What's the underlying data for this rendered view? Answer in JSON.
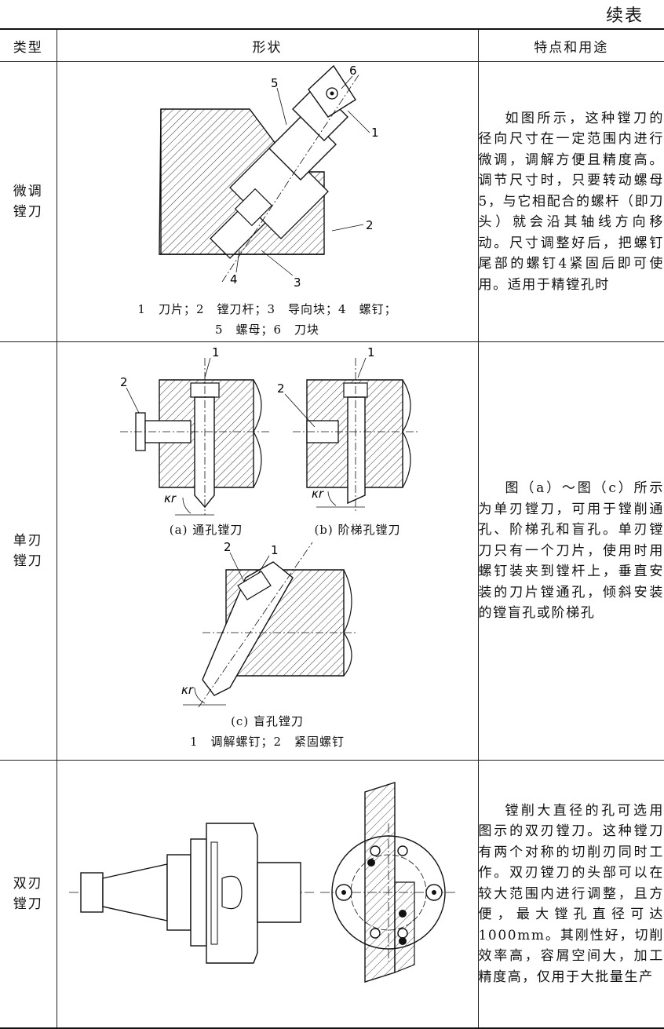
{
  "continued": "续表",
  "headers": {
    "type": "类型",
    "shape": "形状",
    "feature": "特点和用途"
  },
  "rows": [
    {
      "type": "微调\n镗刀",
      "caption_line1": "1　刀片；2　镗刀杆；3　导向块；4　螺钉；",
      "caption_line2": "5　螺母；6　刀块",
      "labels": [
        "1",
        "2",
        "3",
        "4",
        "5",
        "6"
      ],
      "description": "如图所示，这种镗刀的径向尺寸在一定范围内进行微调，调解方便且精度高。调节尺寸时，只要转动螺母5，与它相配合的螺杆（即刀头）就会沿其轴线方向移动。尺寸调整好后，把螺钉尾部的螺钉4紧固后即可使用。适用于精镗孔时"
    },
    {
      "type": "单刃\n镗刀",
      "sub_a": "(a) 通孔镗刀",
      "sub_b": "(b) 阶梯孔镗刀",
      "sub_c": "(c) 盲孔镗刀",
      "angle_label": "κr",
      "caption": "1　调解螺钉；2　紧固螺钉",
      "labels": [
        "1",
        "2"
      ],
      "description": "图（a）～图（c）所示为单刃镗刀，可用于镗削通孔、阶梯孔和盲孔。单刃镗刀只有一个刀片，使用时用螺钉装夹到镗杆上，垂直安装的刀片镗通孔，倾斜安装的镗盲孔或阶梯孔"
    },
    {
      "type": "双刃\n镗刀",
      "description": "镗削大直径的孔可选用图示的双刃镗刀。这种镗刀有两个对称的切削刃同时工作。双刃镗刀的头部可以在较大范围内进行调整，且方便，最大镗孔直径可达1000mm。其刚性好，切削效率高，容屑空间大，加工精度高，仅用于大批量生产"
    }
  ]
}
